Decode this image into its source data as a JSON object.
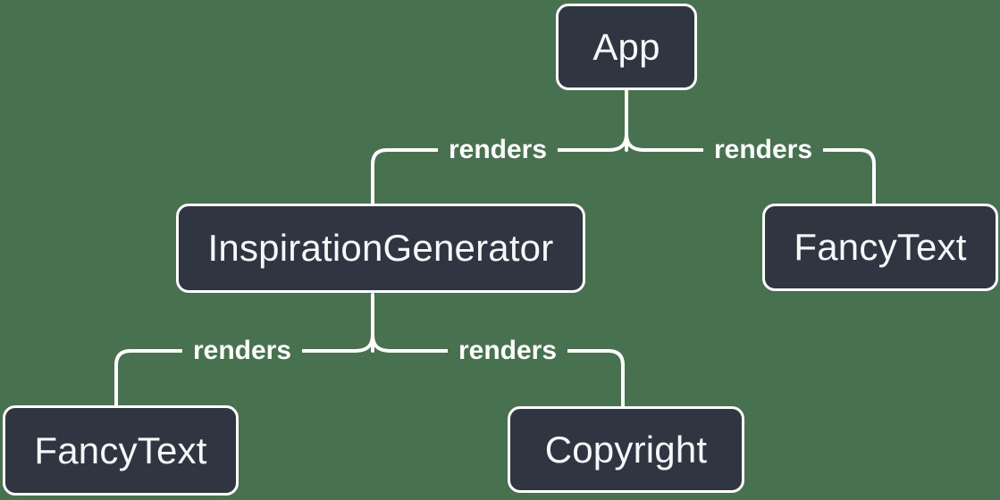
{
  "diagram": {
    "type": "component-render-tree",
    "colors": {
      "background": "#47714F",
      "node_fill": "#2F3642",
      "node_border": "#FFFFFF",
      "node_text": "#F6F7F9",
      "edge": "#FFFFFF",
      "edge_label_text": "#FFFFFF"
    },
    "nodes": [
      {
        "id": "app",
        "label": "App"
      },
      {
        "id": "inspiration-generator",
        "label": "InspirationGenerator"
      },
      {
        "id": "fancy-text-right",
        "label": "FancyText"
      },
      {
        "id": "fancy-text-left",
        "label": "FancyText"
      },
      {
        "id": "copyright",
        "label": "Copyright"
      }
    ],
    "edges": [
      {
        "from": "App",
        "to": "InspirationGenerator",
        "label": "renders"
      },
      {
        "from": "App",
        "to": "FancyText",
        "label": "renders"
      },
      {
        "from": "InspirationGenerator",
        "to": "FancyText",
        "label": "renders"
      },
      {
        "from": "InspirationGenerator",
        "to": "Copyright",
        "label": "renders"
      }
    ]
  }
}
